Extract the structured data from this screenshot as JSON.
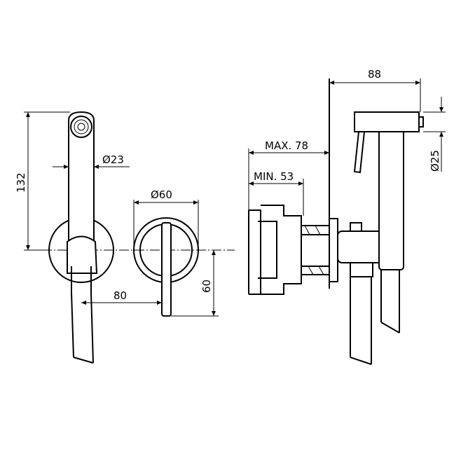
{
  "dimensions": {
    "height_132": "132",
    "hand_shower_diameter": "Ø23",
    "rosette_diameter": "Ø60",
    "spacing_80": "80",
    "lever_60": "60",
    "depth_88": "88",
    "max_78": "MAX. 78",
    "min_53": "MIN. 53",
    "head_diameter": "Ø25"
  },
  "colors": {
    "line": "#000000",
    "background": "#ffffff"
  }
}
